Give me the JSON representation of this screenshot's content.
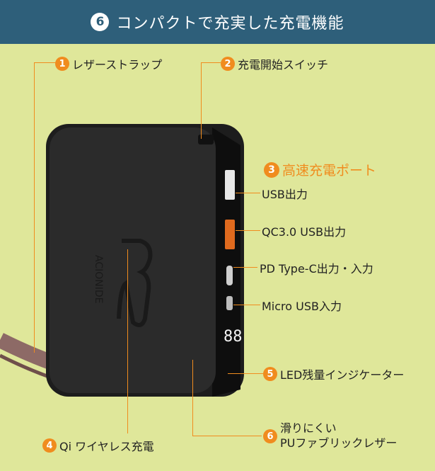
{
  "banner": {
    "number": "6",
    "title": "コンパクトで充実した充電機能"
  },
  "callouts": [
    {
      "num": "1",
      "text": "レザーストラップ"
    },
    {
      "num": "2",
      "text": "充電開始スイッチ"
    },
    {
      "num": "3",
      "text": "高速充電ポート"
    },
    {
      "num": "4",
      "text": "Qi ワイヤレス充電"
    },
    {
      "num": "5",
      "text": "LED残量インジケーター"
    },
    {
      "num": "6",
      "text_line1": "滑りにくい",
      "text_line2": "PUファブリックレザー"
    }
  ],
  "ports": {
    "usb_out": "USB出力",
    "qc_out": "QC3.0 USB出力",
    "pd": "PD Type-C出力・入力",
    "micro": "Micro USB入力"
  },
  "device": {
    "brand": "ACIONIDE",
    "display": "88"
  },
  "colors": {
    "banner": "#2e5f7a",
    "background": "#dfe79a",
    "accent": "#f08c1e"
  }
}
